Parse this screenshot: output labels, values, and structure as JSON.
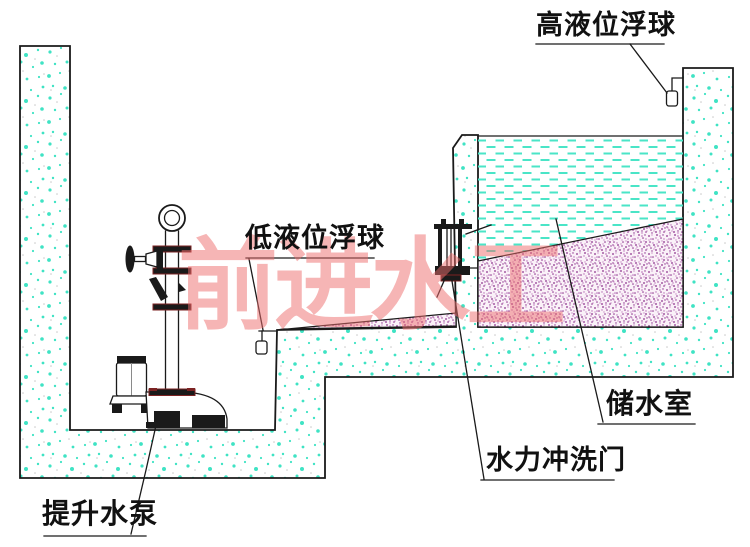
{
  "diagram_title": "submersible pump sump and storage chamber cross-section",
  "labels": {
    "high_float": "高液位浮球",
    "low_float": "低液位浮球",
    "lift_pump": "提升水泵",
    "flush_gate": "水力冲洗门",
    "storage_room": "储水室"
  },
  "watermark": {
    "text": "前进水工",
    "color": "#ee6e6e"
  },
  "colors": {
    "line": "#1a1a1a",
    "speck": "#3fe3c4",
    "speck2": "#c9c9c9",
    "water": "#4ae5c7",
    "sed1": "#8b2f8b",
    "sed2": "#b56ab5",
    "sedbg": "#faf1f8",
    "flange": "#7c2323",
    "wm": "#ee6e6e"
  }
}
